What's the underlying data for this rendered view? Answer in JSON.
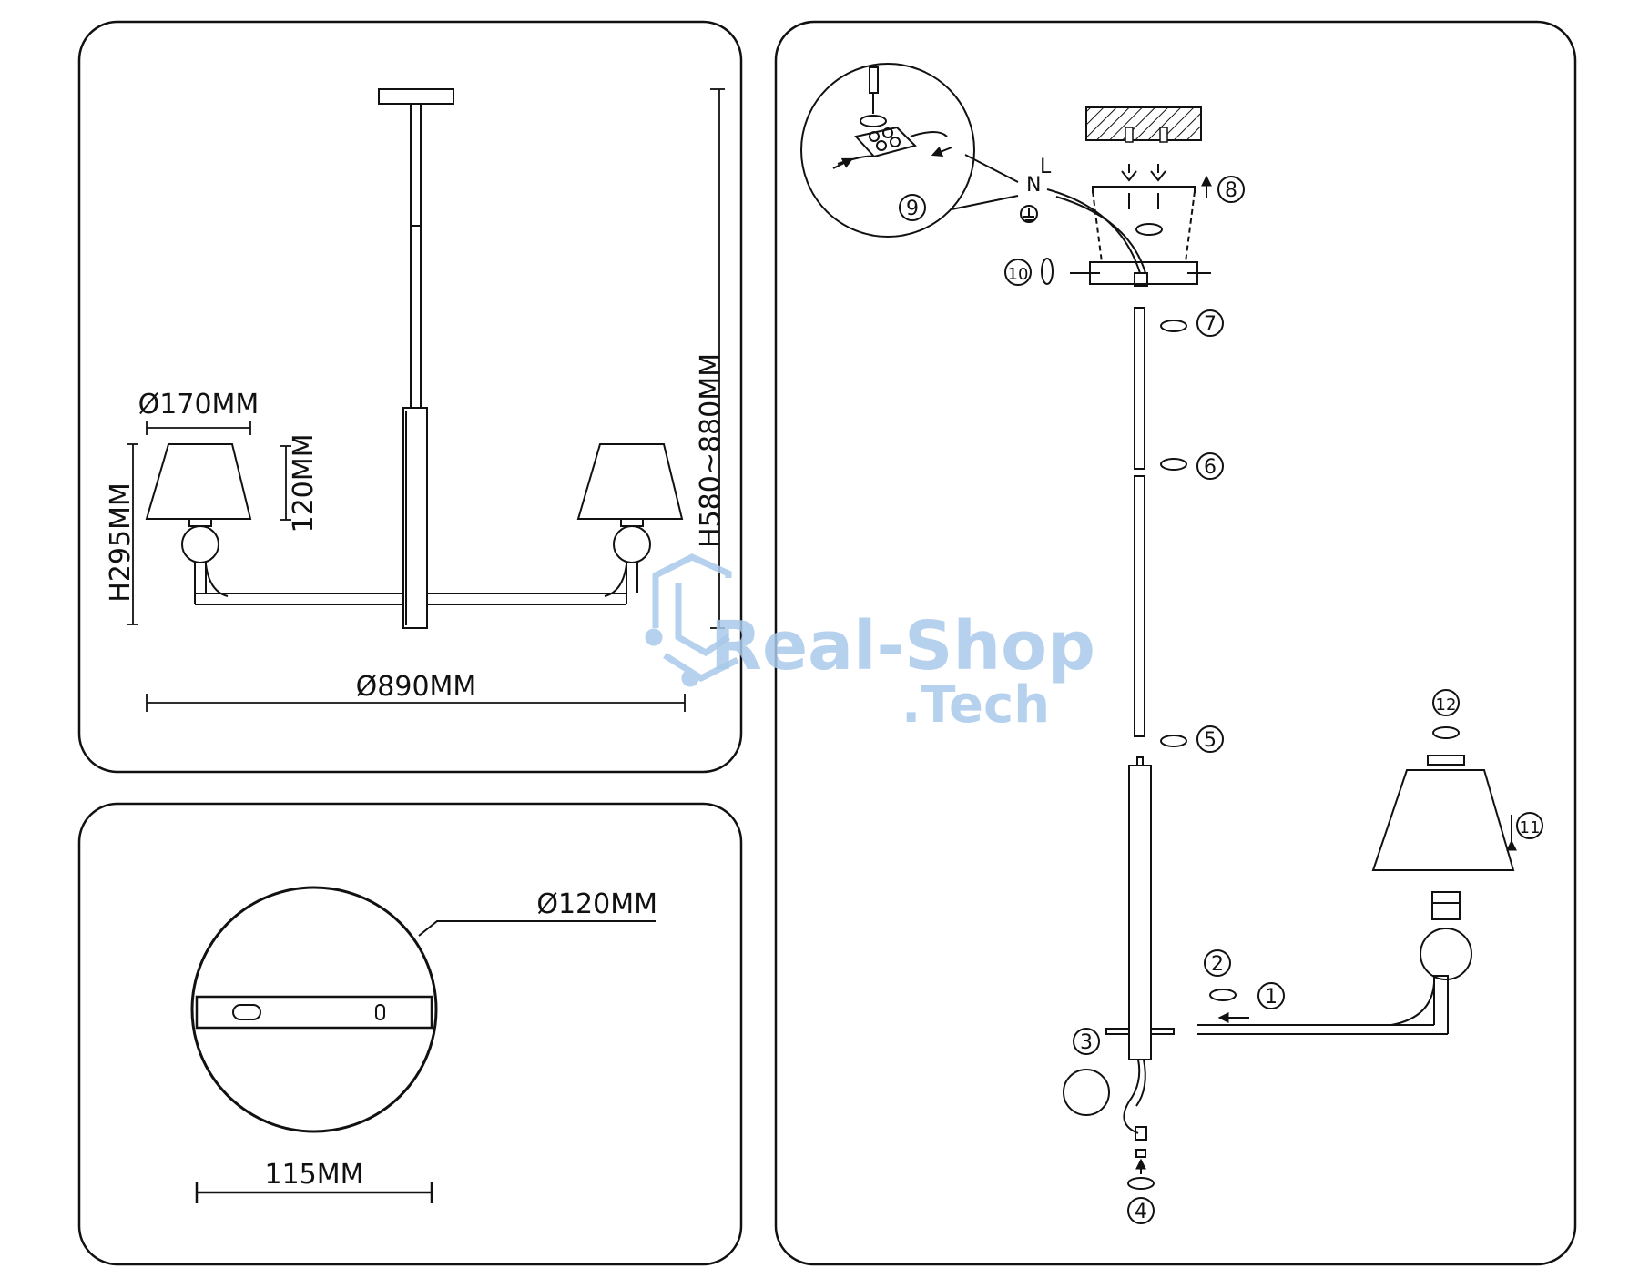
{
  "diagram": {
    "dimensions": {
      "overall_height": "H580~880MM",
      "shade_diameter": "Ø170MM",
      "shade_height": "120MM",
      "arm_height": "H295MM",
      "overall_width": "Ø890MM",
      "canopy_diameter": "Ø120MM",
      "plate_width": "115MM"
    },
    "wiring": {
      "neutral": "N",
      "live": "L"
    },
    "steps": [
      "1",
      "2",
      "3",
      "4",
      "5",
      "6",
      "7",
      "8",
      "9",
      "10",
      "11",
      "12"
    ],
    "watermark": {
      "line1": "Real-Shop",
      "line2": ".Tech"
    }
  }
}
